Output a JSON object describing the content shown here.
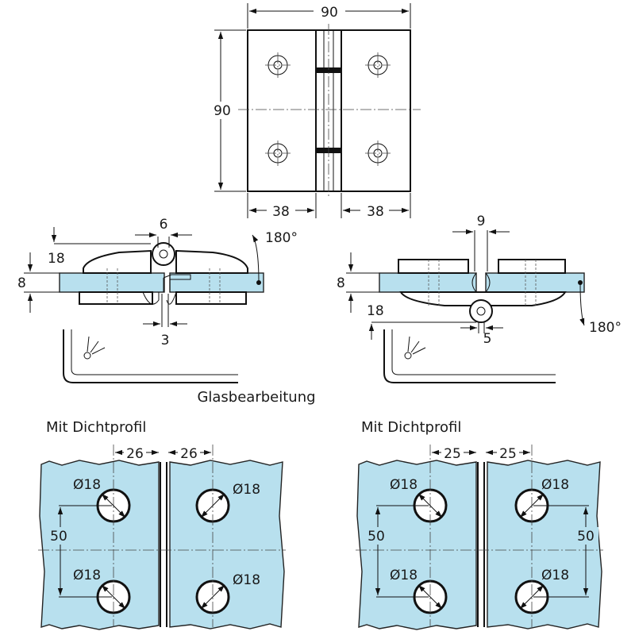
{
  "top_view": {
    "width": "90",
    "height": "90",
    "left_offset": "38",
    "right_offset": "38"
  },
  "section_left": {
    "gap_top": "6",
    "height_total": "18",
    "glass_thickness": "8",
    "gap_bottom": "3",
    "angle": "180°"
  },
  "section_right": {
    "gap_top": "9",
    "glass_thickness": "8",
    "height_total": "18",
    "gap_bottom": "5",
    "angle": "180°"
  },
  "glass_processing": {
    "title": "Glasbearbeitung",
    "left_panel": {
      "subtitle": "Mit Dichtprofil",
      "edge_left": "26",
      "edge_right": "26",
      "hole_top_left": "Ø18",
      "hole_top_right": "Ø18",
      "hole_bottom_left": "Ø18",
      "hole_bottom_right": "Ø18",
      "spacing_left": "50"
    },
    "right_panel": {
      "subtitle": "Mit Dichtprofil",
      "edge_left": "25",
      "edge_right": "25",
      "hole_top_left": "Ø18",
      "hole_top_right": "Ø18",
      "hole_bottom_left": "Ø18",
      "hole_bottom_right": "Ø18",
      "spacing_left": "50",
      "spacing_right": "50"
    }
  }
}
